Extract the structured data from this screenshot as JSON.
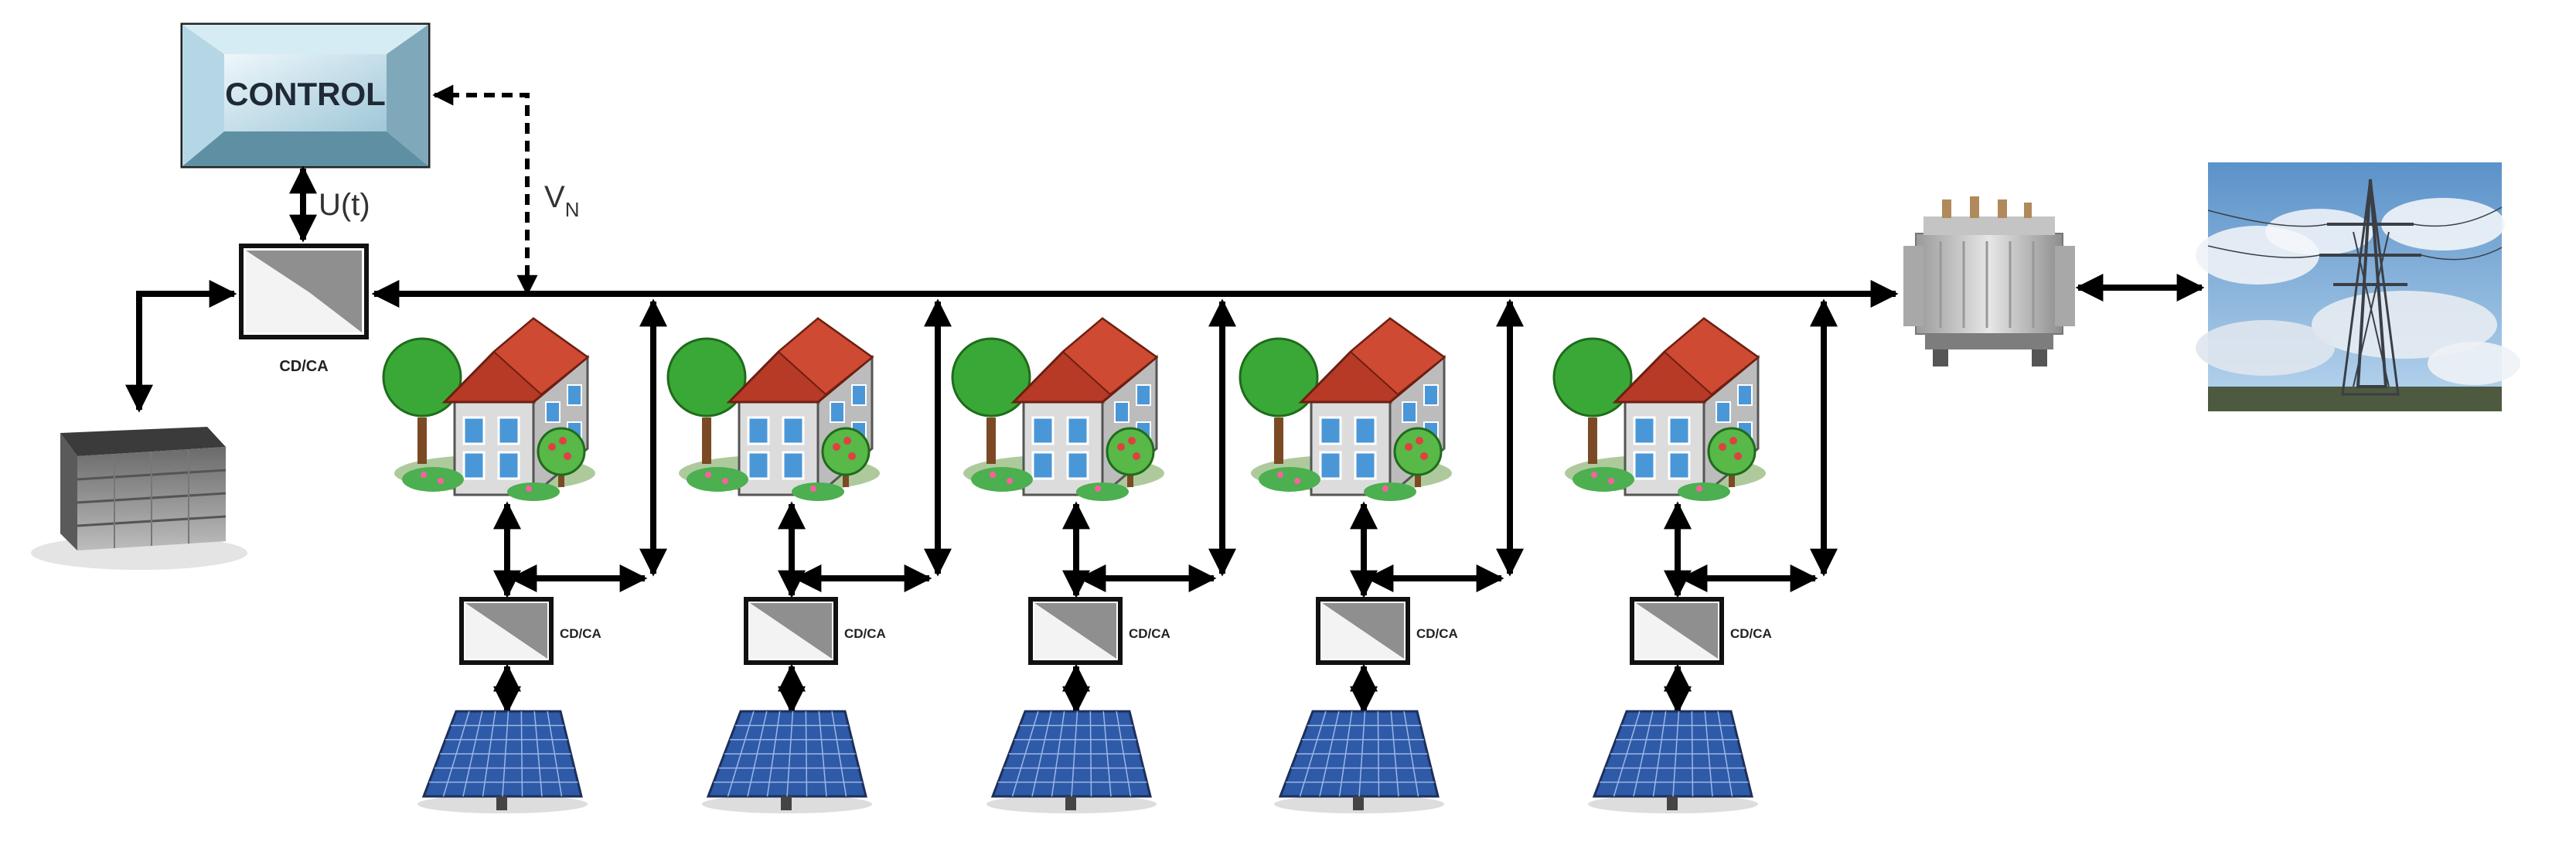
{
  "diagram": {
    "control_label": "CONTROL",
    "control_signal_label": "U(t)",
    "voltage_feedback_label": "V",
    "voltage_feedback_subscript": "N",
    "converter_label": "CD/CA",
    "house_count": 5
  },
  "colors": {
    "line": "#000000",
    "roof": "#b63a26",
    "wall": "#dcdcdc",
    "window": "#4a97d8",
    "tree": "#3aa837",
    "panel": "#2e5aa8",
    "converter_shade": "#8f8f8f"
  }
}
